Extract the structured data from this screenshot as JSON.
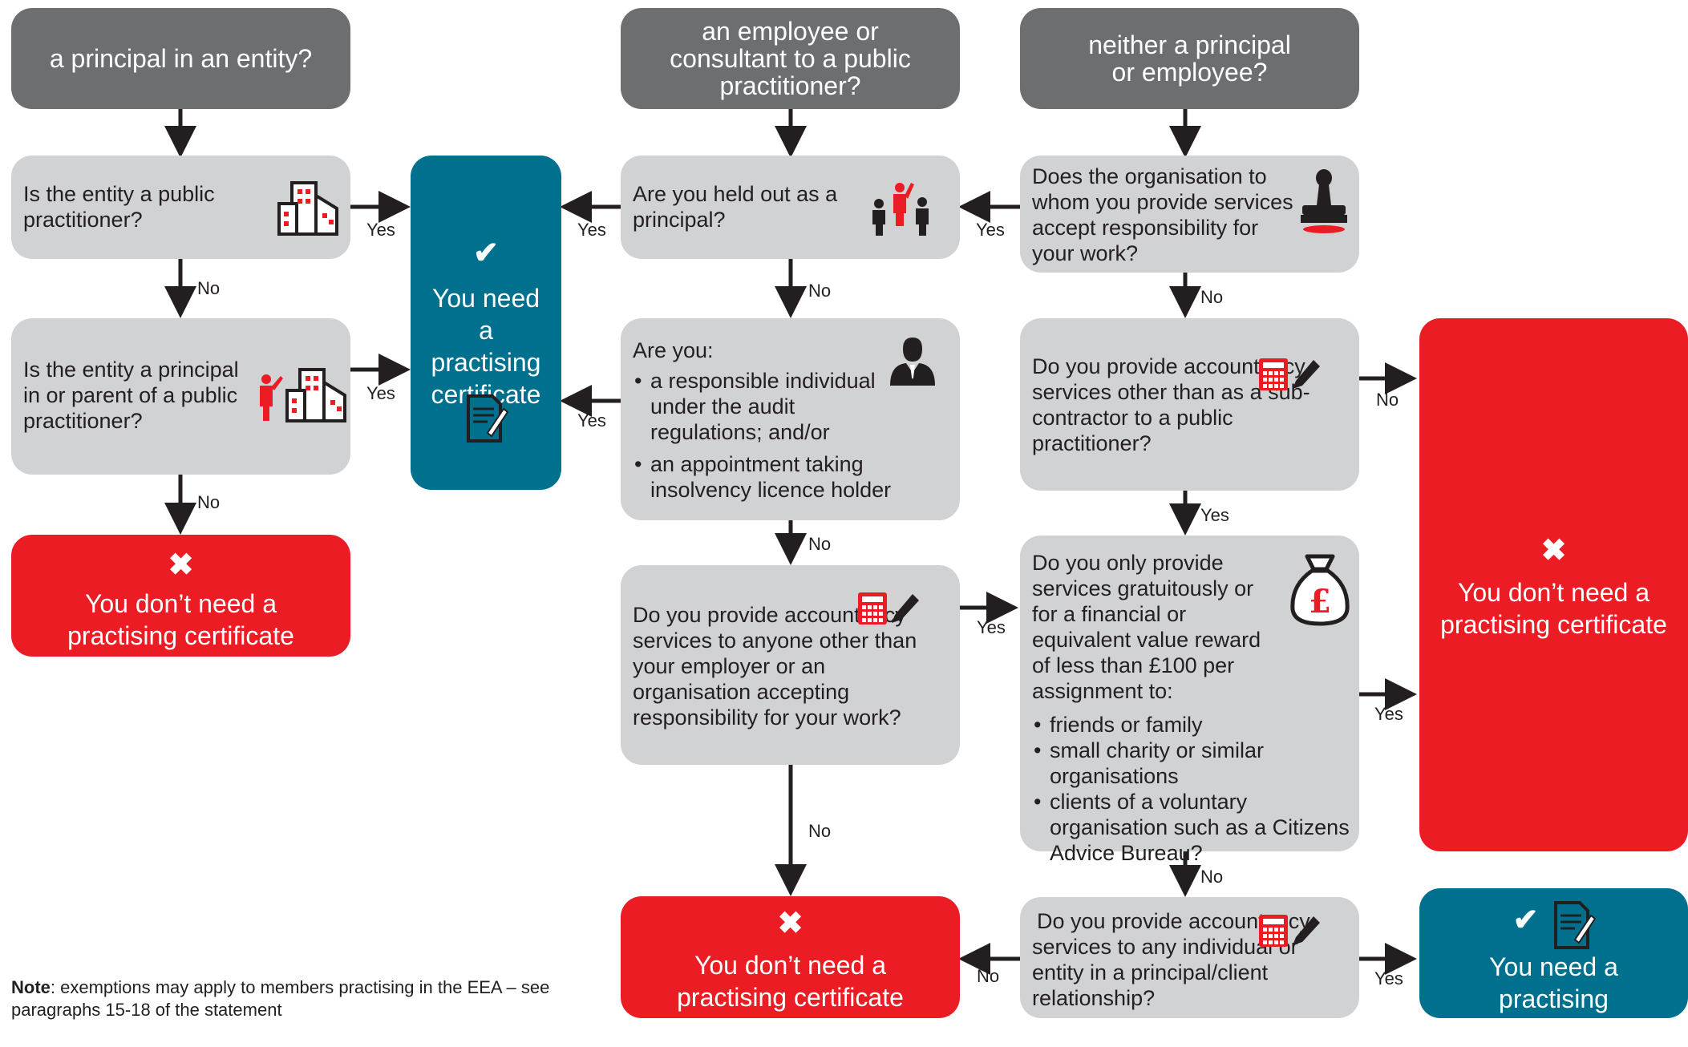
{
  "columns": {
    "principal": "a principal in an entity?",
    "employee": "an employee or consultant to a public practitioner?",
    "neither": "neither a principal or employee?"
  },
  "questions": {
    "q1": "Is the entity a public practitioner?",
    "q2": "Is the entity a principal in or parent of a public practitioner?",
    "q3": "Are you held out as a principal?",
    "q4_intro": "Are you:",
    "q4_items": [
      "a responsible individual under the audit regulations; and/or",
      "an appointment taking insolvency licence holder"
    ],
    "q5": "Do you provide accountancy services to anyone other than your employer or an organisation accepting responsibility for your work?",
    "q6": "Does the organisation to whom you provide services accept responsibility for your work?",
    "q7": "Do you provide accountancy services other than as a sub-contractor to a public practitioner?",
    "q8_intro": "Do you only provide services gratuitously or for a financial or equivalent value reward of less than £100 per assignment to:",
    "q8_items": [
      "friends or family",
      "small charity or similar organisations",
      "clients of a voluntary organisation such as a Citizens Advice Bureau?"
    ],
    "q9": "Do you provide accountancy services to any individual or entity in a principal/client relationship?"
  },
  "outcomes": {
    "need": "You need a practising certificate",
    "dont_need": "You don’t need a practising certificate"
  },
  "labels": {
    "yes": "Yes",
    "no": "No"
  },
  "note": {
    "label": "Note",
    "text": ": exemptions may apply to members practising in the EEA – see paragraphs 15-18 of the statement"
  },
  "colors": {
    "dark": "#6d6e70",
    "question": "#d1d2d4",
    "red": "#ec1c24",
    "teal": "#00708f",
    "arrow": "#231f20"
  },
  "icons": [
    "building-icon",
    "presenter-building-icon",
    "people-presenter-icon",
    "person-icon",
    "calculator-pencil-icon",
    "stamp-icon",
    "money-bag-icon",
    "certificate-icon",
    "check-icon",
    "cross-icon"
  ]
}
